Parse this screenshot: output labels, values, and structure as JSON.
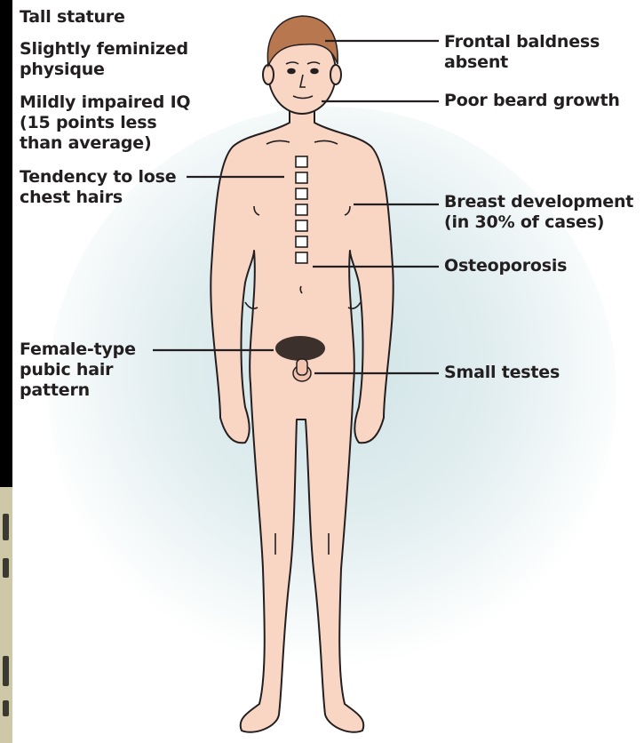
{
  "labels": {
    "tall_stature": "Tall stature",
    "feminized": "Slightly feminized\nphysique",
    "iq": "Mildly impaired IQ\n(15 points less\nthan average)",
    "chest_hair": "Tendency to lose\nchest hairs",
    "pubic_hair": "Female-type\npubic hair\npattern",
    "baldness": "Frontal baldness\nabsent",
    "beard": "Poor beard growth",
    "breast": "Breast development\n(in 30% of cases)",
    "osteoporosis": "Osteoporosis",
    "testes": "Small testes"
  },
  "colors": {
    "skin": "#f9d5c4",
    "outline": "#231f20",
    "hair": "#b8774f",
    "background": "#000000",
    "halo": "#cfe3e6"
  }
}
